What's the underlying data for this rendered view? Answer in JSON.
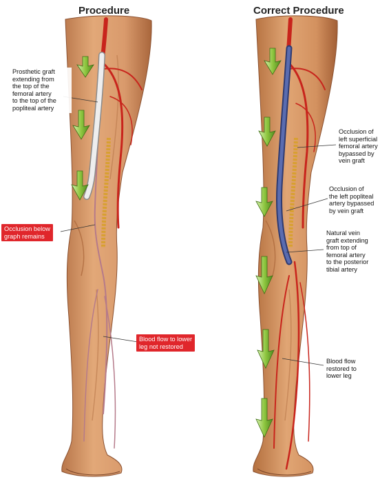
{
  "titles": {
    "left": "Procedure",
    "right": "Correct Procedure"
  },
  "left_callouts": {
    "prosthetic_graft": "Prosthetic graft\nextending from\nthe top of the\nfemoral artery\nto the top of the\npopliteal artery",
    "occlusion_below": "Occlusion below\ngraph remains",
    "blood_flow_not_restored": "Blood flow to lower\nleg not restored"
  },
  "right_callouts": {
    "occlusion_sfa": "Occlusion of\nleft superficial\nfemoral artery\nbypassed by\nvein graft",
    "occlusion_popliteal": "Occlusion of\nthe left popliteal\nartery bypassed\nby vein graft",
    "natural_vein_graft": "Natural vein\ngraft extending\nfrom top of\nfemoral artery\nto the posterior\ntibial artery",
    "blood_flow_restored": "Blood flow\nrestored to\nlower leg"
  },
  "colors": {
    "skin": "#d99a6c",
    "skin_shadow": "#b8764a",
    "artery": "#c8241c",
    "prosthetic_graft": "#e8e8e8",
    "vein_graft": "#4a5a9a",
    "plaque": "#d8a030",
    "arrow": "#8ec63f",
    "label_red": "#e0262b"
  }
}
